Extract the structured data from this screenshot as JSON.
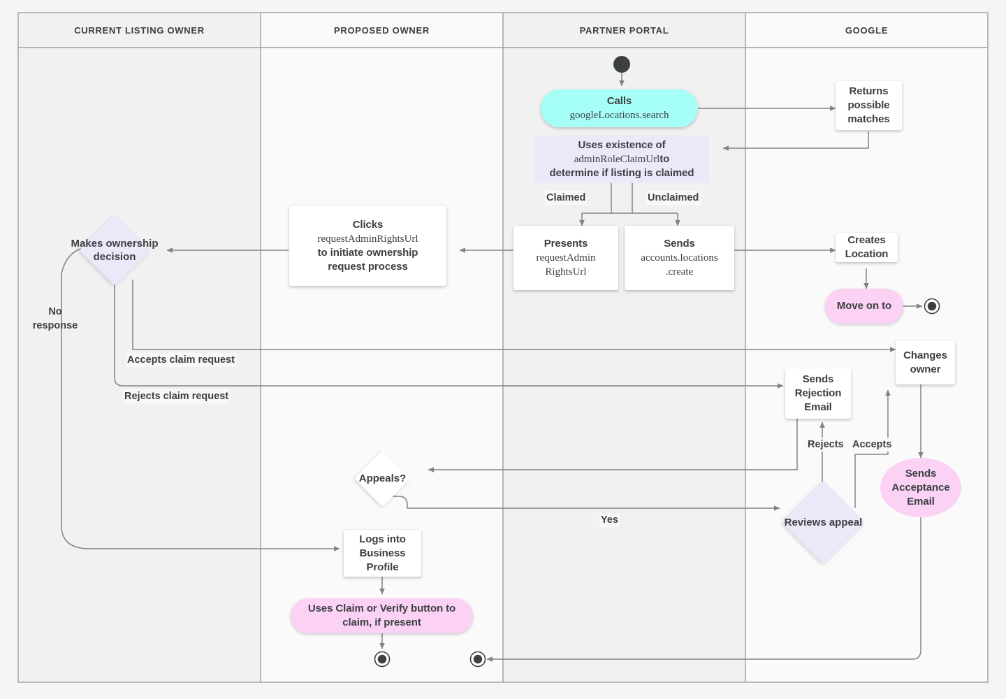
{
  "diagram": {
    "title": "Google Business Profile listing ownership transfer flow",
    "colors": {
      "cyan": "#a6fff6",
      "pink": "#fbd2f4",
      "lavender": "#ece8f9",
      "white": "#ffffff",
      "line": "#7f8389",
      "text": "#3c4043",
      "lane_dark": "#f1f1f1",
      "lane_light": "#fafafa",
      "border": "#9aa0a6",
      "page_bg": "#f5f5f5"
    },
    "lanes": [
      {
        "id": "current-listing-owner",
        "label": "CURRENT LISTING OWNER"
      },
      {
        "id": "proposed-owner",
        "label": "PROPOSED OWNER"
      },
      {
        "id": "partner-portal",
        "label": "PARTNER PORTAL"
      },
      {
        "id": "google",
        "label": "GOOGLE"
      }
    ],
    "nodes": [
      {
        "id": "start",
        "lane": "partner-portal",
        "shape": "start-circle",
        "label": ""
      },
      {
        "id": "calls-search",
        "lane": "partner-portal",
        "shape": "pill-cyan",
        "line1": "Calls",
        "line2": "googleLocations.search"
      },
      {
        "id": "returns-matches",
        "lane": "google",
        "shape": "rect",
        "label": "Returns possible matches"
      },
      {
        "id": "uses-existence",
        "lane": "partner-portal",
        "shape": "lavender-rect",
        "line1": "Uses existence of",
        "line2": "adminRoleClaimUrl",
        "line3": "to",
        "line4": "determine if listing is claimed"
      },
      {
        "id": "presents-url",
        "lane": "partner-portal",
        "shape": "rect",
        "line1": "Presents",
        "line2": "requestAdmin",
        "line3": "RightsUrl"
      },
      {
        "id": "sends-create",
        "lane": "partner-portal",
        "shape": "rect",
        "line1": "Sends",
        "line2": "accounts.locations",
        "line3": ".create"
      },
      {
        "id": "clicks-url",
        "lane": "proposed-owner",
        "shape": "rect",
        "line1": "Clicks",
        "line2": "requestAdminRightsUrl",
        "line3": "to initiate ownership",
        "line4": "request process"
      },
      {
        "id": "makes-decision",
        "lane": "current-listing-owner",
        "shape": "diamond-lavender",
        "label": "Makes ownership decision"
      },
      {
        "id": "creates-location",
        "lane": "google",
        "shape": "rect",
        "label": "Creates Location"
      },
      {
        "id": "move-on-to",
        "lane": "google",
        "shape": "pill-pink",
        "label": "Move on to"
      },
      {
        "id": "end-google-top",
        "lane": "google",
        "shape": "end-circle",
        "label": ""
      },
      {
        "id": "changes-owner",
        "lane": "google",
        "shape": "rect",
        "label": "Changes owner"
      },
      {
        "id": "sends-rejection",
        "lane": "google",
        "shape": "rect",
        "label": "Sends Rejection Email"
      },
      {
        "id": "sends-acceptance",
        "lane": "google",
        "shape": "ellipse-pink",
        "label": "Sends Acceptance Email"
      },
      {
        "id": "reviews-appeal",
        "lane": "google",
        "shape": "diamond-lavender",
        "label": "Reviews appeal"
      },
      {
        "id": "appeals",
        "lane": "proposed-owner",
        "shape": "diamond-white",
        "label": "Appeals?"
      },
      {
        "id": "logs-into",
        "lane": "proposed-owner",
        "shape": "rect",
        "label": "Logs into Business Profile"
      },
      {
        "id": "uses-claim-verify",
        "lane": "proposed-owner",
        "shape": "pill-pink",
        "line1": "Uses Claim or Verify button to",
        "line2": "claim, if present"
      },
      {
        "id": "end-proposed",
        "lane": "proposed-owner",
        "shape": "end-circle",
        "label": ""
      },
      {
        "id": "end-partner",
        "lane": "partner-portal",
        "shape": "end-circle",
        "label": ""
      }
    ],
    "edge_labels": [
      {
        "id": "claimed",
        "text": "Claimed"
      },
      {
        "id": "unclaimed",
        "text": "Unclaimed"
      },
      {
        "id": "no-response",
        "text": "No\nresponse"
      },
      {
        "id": "accepts-claim-request",
        "text": "Accepts claim request"
      },
      {
        "id": "rejects-claim-request",
        "text": "Rejects claim request"
      },
      {
        "id": "rejects",
        "text": "Rejects"
      },
      {
        "id": "accepts",
        "text": "Accepts"
      },
      {
        "id": "yes",
        "text": "Yes"
      }
    ]
  }
}
